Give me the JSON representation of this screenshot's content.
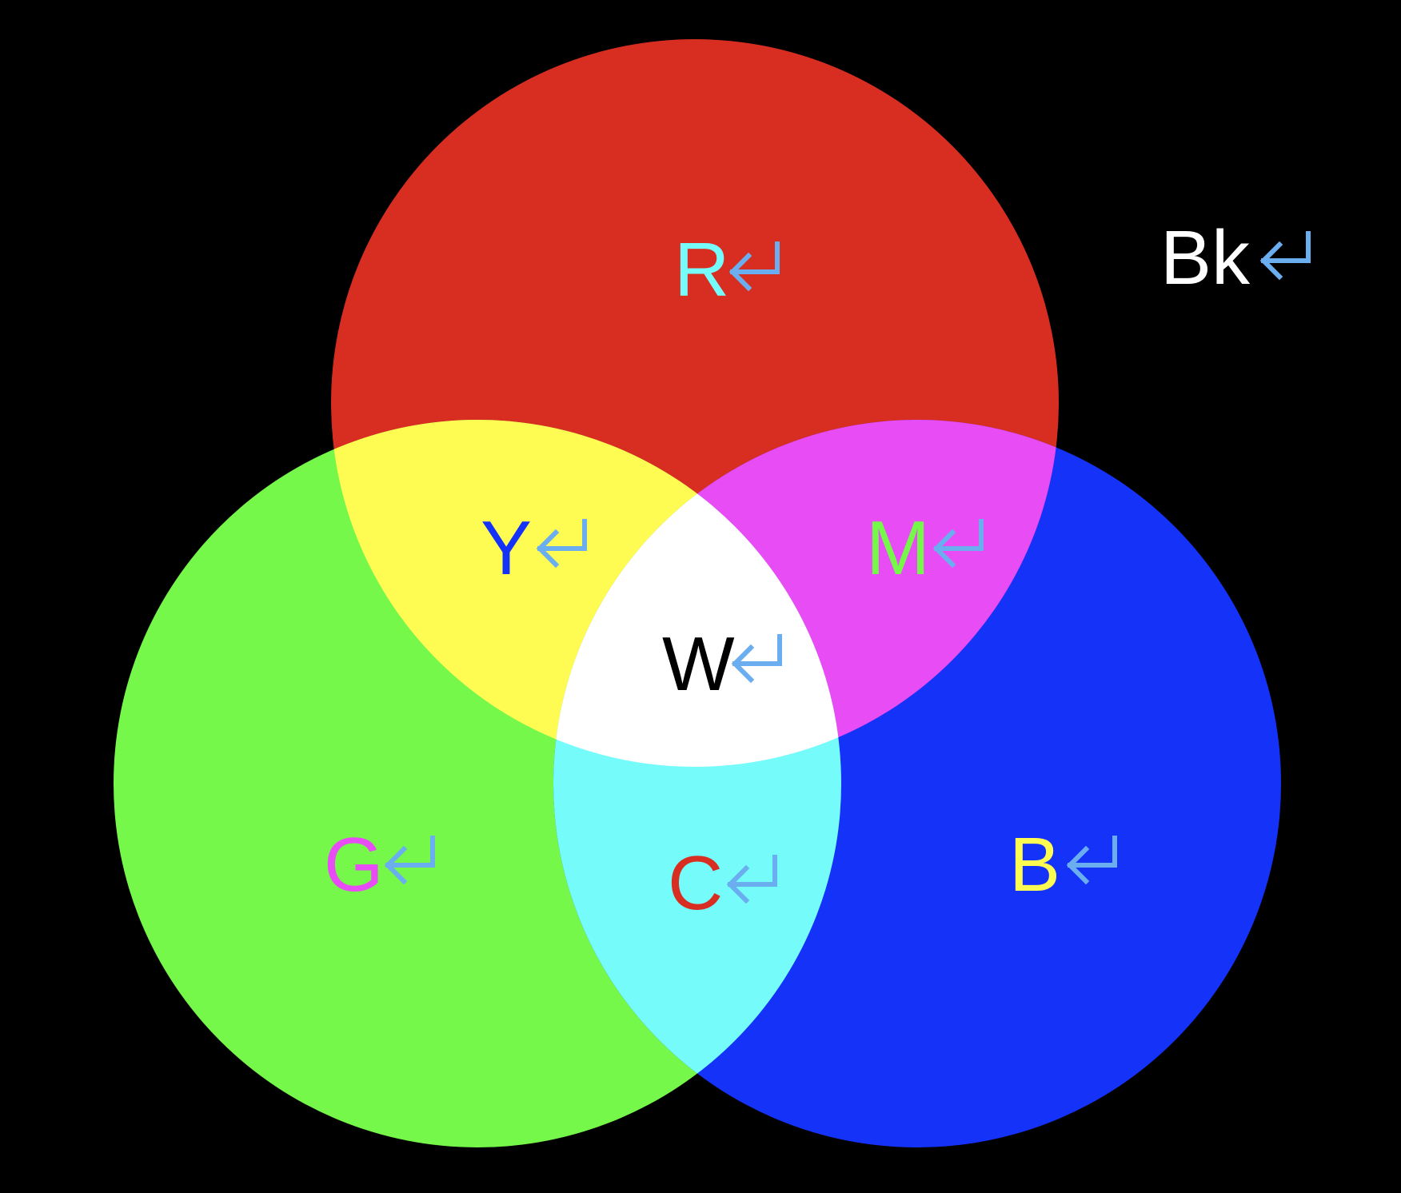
{
  "diagram": {
    "background": "#000000",
    "return_symbol_color": "#6aaef0",
    "circles": {
      "red": {
        "fill": "#d82e22"
      },
      "green": {
        "fill": "#75f84a"
      },
      "blue": {
        "fill": "#1532f8"
      }
    },
    "overlaps": {
      "yellow": {
        "fill": "#fefc52"
      },
      "magenta": {
        "fill": "#e84cf4"
      },
      "cyan": {
        "fill": "#76fbfb"
      },
      "white": {
        "fill": "#ffffff"
      }
    },
    "labels": {
      "r": {
        "text": "R",
        "color": "#76fbfb"
      },
      "g": {
        "text": "G",
        "color": "#e84cf4"
      },
      "b": {
        "text": "B",
        "color": "#fefc52"
      },
      "y": {
        "text": "Y",
        "color": "#1532f8"
      },
      "m": {
        "text": "M",
        "color": "#75f84a"
      },
      "c": {
        "text": "C",
        "color": "#d82e22"
      },
      "w": {
        "text": "W",
        "color": "#000000"
      },
      "bk": {
        "text": "Bk",
        "color": "#ffffff"
      }
    }
  }
}
